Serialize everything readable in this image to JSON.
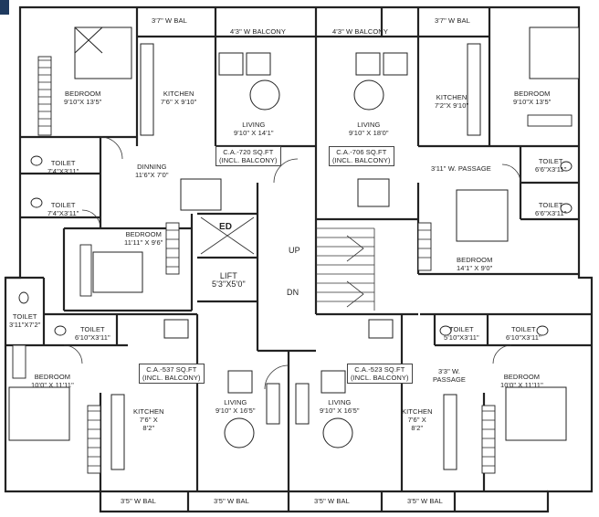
{
  "balconies": {
    "top_1": "3'7\" W BAL",
    "top_2": "4'3\" W BALCONY",
    "top_3": "4'3\" W BALCONY",
    "top_4": "3'7\" W BAL",
    "bottom_1": "3'5\" W BAL",
    "bottom_2": "3'5\" W BAL",
    "bottom_3": "3'5\" W BAL",
    "bottom_4": "3'5\" W BAL"
  },
  "unit_a": {
    "bedroom": {
      "name": "BEDROOM",
      "size": "9'10\"X 13'5\""
    },
    "kitchen": {
      "name": "KITCHEN",
      "size": "7'6\" X 9'10\""
    },
    "living": {
      "name": "LIVING",
      "size": "9'10\" X 14'1\""
    },
    "area": {
      "line1": "C.A.-720 SQ.FT",
      "line2": "(INCL. BALCONY)"
    },
    "dinning": {
      "name": "DINNING",
      "size": "11'6\"X 7'0\""
    },
    "toilet_1": {
      "name": "TOILET",
      "size": "7'4\"X3'11\""
    },
    "toilet_2": {
      "name": "TOILET",
      "size": "7'4\"X3'11\""
    },
    "bedroom_2": {
      "name": "BEDROOM",
      "size": "11'11\" X 9'6\""
    }
  },
  "unit_b": {
    "kitchen": {
      "name": "KITCHEN",
      "size": "7'2\"X 9'10\""
    },
    "bedroom": {
      "name": "BEDROOM",
      "size": "9'10\"X 13'5\""
    },
    "living": {
      "name": "LIVING",
      "size": "9'10\" X 18'0\""
    },
    "area": {
      "line1": "C.A.-706 SQ.FT",
      "line2": "(INCL. BALCONY)"
    },
    "passage": "3'11\" W. PASSAGE",
    "toilet_1": {
      "name": "TOILET",
      "size": "6'6\"X3'11\""
    },
    "toilet_2": {
      "name": "TOILET",
      "size": "6'6\"X3'11\""
    },
    "bedroom_2": {
      "name": "BEDROOM",
      "size": "14'1\" X 9'0\""
    }
  },
  "core": {
    "ed": "ED",
    "lift": {
      "name": "LIFT",
      "size": "5'3\"X5'0\""
    },
    "up": "UP",
    "dn": "DN"
  },
  "unit_c": {
    "toilet_1": {
      "name": "TOILET",
      "size": "3'11\"X7'2\""
    },
    "toilet_2": {
      "name": "TOILET",
      "size": "6'10\"X3'11\""
    },
    "bedroom": {
      "name": "BEDROOM",
      "size": "10'0\" X 11'11\""
    },
    "area": {
      "line1": "C.A.-537 SQ.FT",
      "line2": "(INCL. BALCONY)"
    },
    "kitchen": {
      "name": "KITCHEN",
      "size1": "7'6\" X",
      "size2": "8'2\""
    },
    "living": {
      "name": "LIVING",
      "size": "9'10\" X 16'5\""
    }
  },
  "unit_d": {
    "living": {
      "name": "LIVING",
      "size": "9'10\" X 16'5\""
    },
    "area": {
      "line1": "C.A.-523 SQ.FT",
      "line2": "(INCL. BALCONY)"
    },
    "kitchen": {
      "name": "KITCHEN",
      "size1": "7'6\" X",
      "size2": "8'2\""
    },
    "passage": {
      "line1": "3'3\" W.",
      "line2": "PASSAGE"
    },
    "toilet_1": {
      "name": "TOILET",
      "size": "5'10\"X3'11\""
    },
    "toilet_2": {
      "name": "TOILET",
      "size": "6'10\"X3'11\""
    },
    "bedroom": {
      "name": "BEDROOM",
      "size": "10'0\" X 11'11\""
    }
  },
  "colors": {
    "wall": "#222222",
    "line": "#444444",
    "accent": "#1f3a5f"
  }
}
